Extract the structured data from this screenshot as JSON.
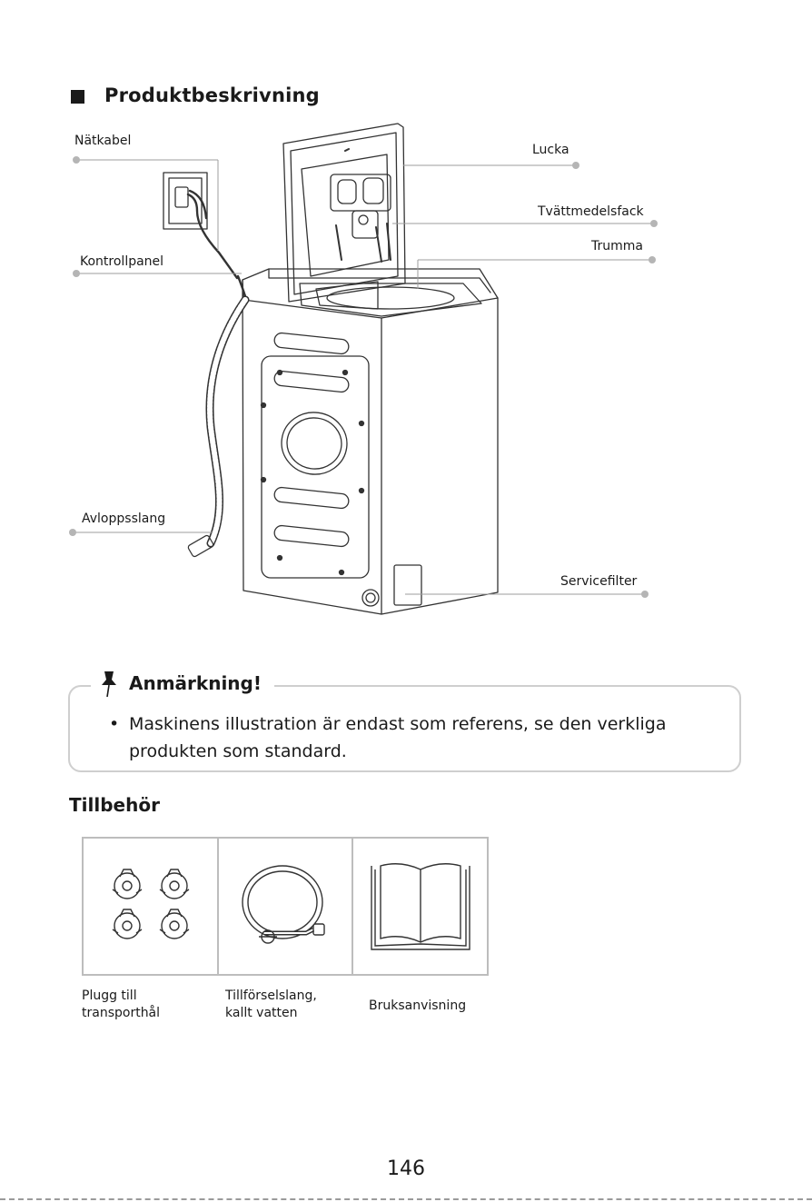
{
  "section": {
    "title": "Produktbeskrivning"
  },
  "callouts": {
    "power_cable": "Nätkabel",
    "control_panel": "Kontrollpanel",
    "drain_hose": "Avloppsslang",
    "lid": "Lucka",
    "detergent_drawer": "Tvättmedelsfack",
    "drum": "Trumma",
    "service_filter": "Servicefilter"
  },
  "note": {
    "title": "Anmärkning!",
    "bullet": "•",
    "text": "Maskinens illustration är endast som referens, se den verkliga produkten som standard."
  },
  "accessories": {
    "title": "Tillbehör",
    "items": [
      {
        "line1": "Plugg till",
        "line2": "transporthål",
        "icon": "transport-plug-icon"
      },
      {
        "line1": "Tillförselslang,",
        "line2": "kallt vatten",
        "icon": "inlet-hose-icon"
      },
      {
        "line1": "Bruksanvisning",
        "line2": "",
        "icon": "manual-book-icon"
      }
    ]
  },
  "page": {
    "number": "146"
  }
}
